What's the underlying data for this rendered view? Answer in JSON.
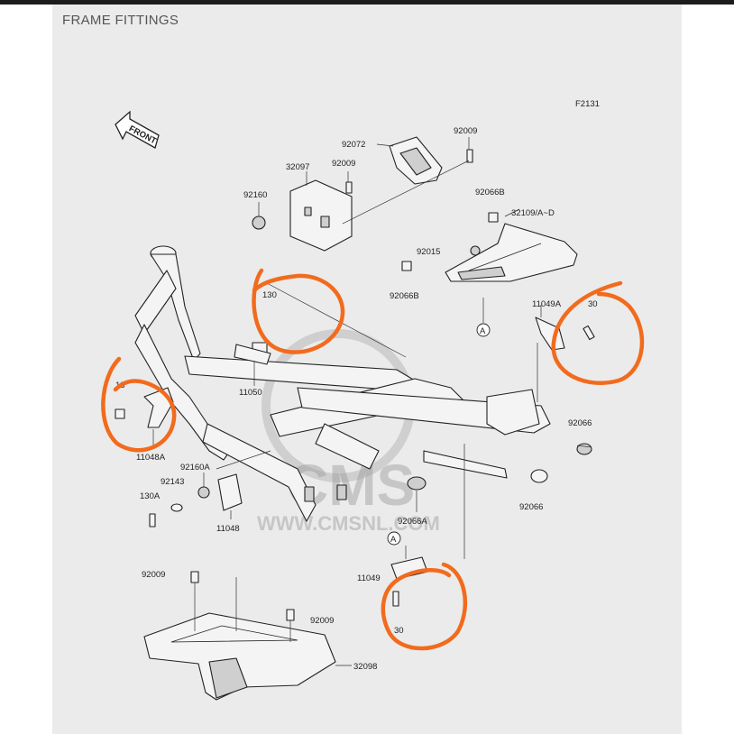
{
  "header": {
    "title": "FRAME FITTINGS"
  },
  "diagram": {
    "figure_code": "F2131",
    "direction_label": "FRONT",
    "watermark": {
      "brand": "CMS",
      "url": "WWW.CMSNL.COM"
    },
    "accent_color": "#f26b1d",
    "parts": [
      {
        "id": "p92009_a",
        "label": "92009"
      },
      {
        "id": "p92072",
        "label": "92072"
      },
      {
        "id": "p32097",
        "label": "32097"
      },
      {
        "id": "p92009_b",
        "label": "92009"
      },
      {
        "id": "p92160",
        "label": "92160"
      },
      {
        "id": "p92066B_a",
        "label": "92066B"
      },
      {
        "id": "p32109",
        "label": "32109/A~D"
      },
      {
        "id": "p92015",
        "label": "92015"
      },
      {
        "id": "p92066B_b",
        "label": "92066B"
      },
      {
        "id": "p130_a",
        "label": "130"
      },
      {
        "id": "p11049A",
        "label": "11049A"
      },
      {
        "id": "p130_b",
        "label": "30"
      },
      {
        "id": "p11050",
        "label": "11050"
      },
      {
        "id": "p130_c",
        "label": "13"
      },
      {
        "id": "p92066_a",
        "label": "92066"
      },
      {
        "id": "p11048A",
        "label": "11048A"
      },
      {
        "id": "p92160A",
        "label": "92160A"
      },
      {
        "id": "p92143",
        "label": "92143"
      },
      {
        "id": "p130A",
        "label": "130A"
      },
      {
        "id": "p11048",
        "label": "11048"
      },
      {
        "id": "p92066A",
        "label": "92066A"
      },
      {
        "id": "p92066_b",
        "label": "92066"
      },
      {
        "id": "p92009_c",
        "label": "92009"
      },
      {
        "id": "p11049",
        "label": "11049"
      },
      {
        "id": "p92009_d",
        "label": "92009"
      },
      {
        "id": "p130_d",
        "label": "30"
      },
      {
        "id": "p32098",
        "label": "32098"
      }
    ],
    "reference_marks": [
      {
        "id": "ref_a_1",
        "label": "A"
      },
      {
        "id": "ref_a_2",
        "label": "A"
      }
    ]
  }
}
